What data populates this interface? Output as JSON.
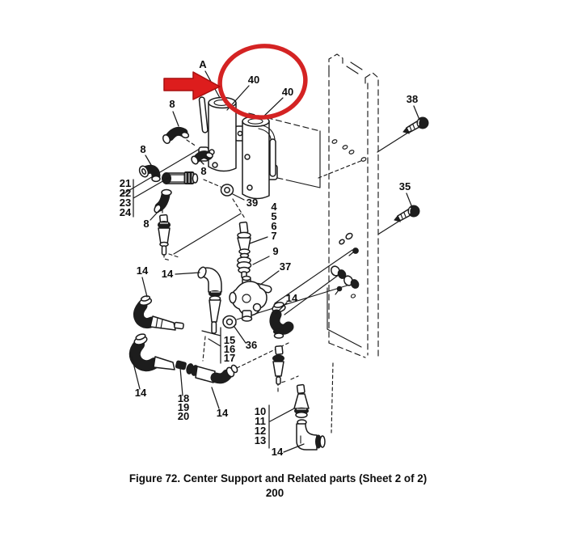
{
  "figure": {
    "caption": "Figure 72.  Center Support and Related parts (Sheet 2 of 2)",
    "page_number": "200"
  },
  "annotations": {
    "view_letter": "A",
    "highlight_color": "#d42323",
    "highlight_shapes": [
      "ellipse-circle",
      "arrow-right"
    ]
  },
  "labels": {
    "l_a": "A",
    "l40a": "40",
    "l40b": "40",
    "l8a": "8",
    "l8b": "8",
    "l8c": "8",
    "l8d": "8",
    "l21": "21",
    "l22": "22",
    "l23": "23",
    "l24": "24",
    "l39": "39",
    "l4": "4",
    "l5": "5",
    "l6": "6",
    "l7": "7",
    "l9": "9",
    "l37": "37",
    "l14a": "14",
    "l14b": "14",
    "l14c": "14",
    "l15": "15",
    "l16": "16",
    "l17": "17",
    "l36": "36",
    "l14d": "14",
    "l18": "18",
    "l19": "19",
    "l20": "20",
    "l14e": "14",
    "l10": "10",
    "l11": "11",
    "l12": "12",
    "l13": "13",
    "l14f": "14",
    "l38": "38",
    "l35": "35"
  }
}
